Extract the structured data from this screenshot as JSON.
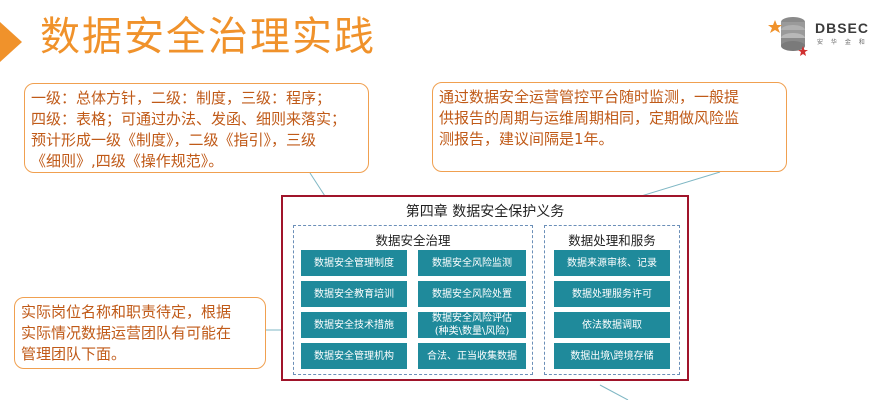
{
  "header": {
    "title": "数据安全治理实践",
    "logo_text": "DBSEC",
    "logo_sub": "安 华 金 和"
  },
  "callouts": {
    "levels": [
      "一级：总体方针，二级：制度，三级：程序；",
      "四级：表格；可通过办法、发函、细则来落实；",
      "预计形成一级《制度》，二级《指引》，三级",
      "《细则》,四级《操作规范》。"
    ],
    "monitoring": [
      "通过数据安全运营管控平台随时监测，一般提",
      "供报告的周期与运维周期相同，定期做风险监",
      "测报告，建议间隔是1年。"
    ],
    "roles": [
      "实际岗位名称和职责待定，根据",
      "实际情况数据运营团队有可能在",
      "管理团队下面。"
    ]
  },
  "chapter": {
    "title": "第四章 数据安全保护义务",
    "governance": {
      "title": "数据安全治理",
      "left": [
        "数据安全管理制度",
        "数据安全教育培训",
        "数据安全技术措施",
        "数据安全管理机构"
      ],
      "right": [
        "数据安全风险监测",
        "数据安全风险处置",
        "数据安全风险评估\n(种类\\数量\\风险)",
        "合法、正当收集数据"
      ]
    },
    "processing": {
      "title": "数据处理和服务",
      "items": [
        "数据来源审核、记录",
        "数据处理服务许可",
        "依法数据调取",
        "数据出境\\跨境存储"
      ]
    }
  },
  "colors": {
    "accent": "#f0922b",
    "box": "#1f8a9b",
    "frame": "#a0142a",
    "dash": "#6b8fb8"
  }
}
